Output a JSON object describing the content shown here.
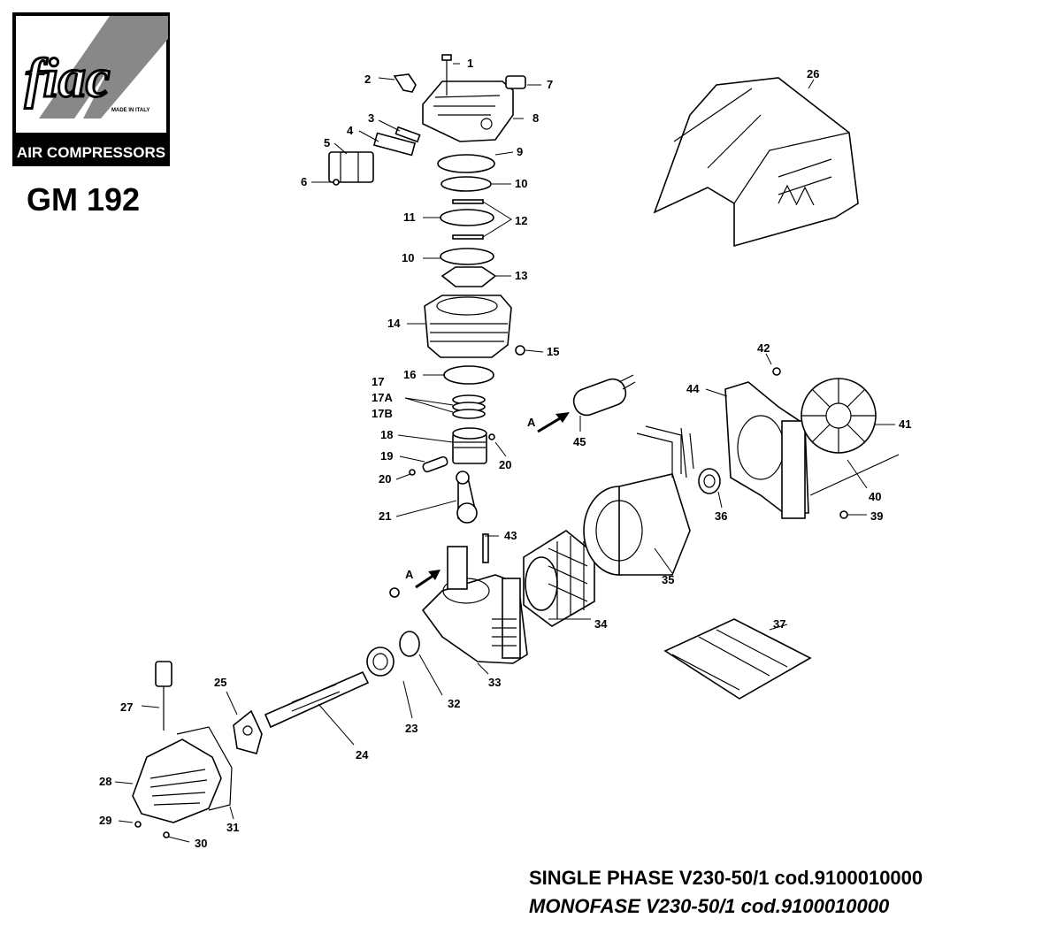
{
  "brand": {
    "logo_text": "fiac",
    "made_in": "MADE IN ITALY",
    "tagline": "AIR COMPRESSORS"
  },
  "model": "GM 192",
  "captions": {
    "line1": "SINGLE PHASE V230-50/1 cod.9100010000",
    "line2": "MONOFASE V230-50/1 cod.9100010000"
  },
  "arrow_label": "A",
  "part_labels": [
    "1",
    "2",
    "3",
    "4",
    "5",
    "6",
    "7",
    "8",
    "9",
    "10",
    "10",
    "11",
    "12",
    "13",
    "14",
    "15",
    "16",
    "17",
    "17A",
    "17B",
    "18",
    "19",
    "20",
    "20",
    "21",
    "23",
    "24",
    "25",
    "26",
    "27",
    "28",
    "29",
    "30",
    "31",
    "32",
    "33",
    "34",
    "35",
    "36",
    "37",
    "39",
    "40",
    "41",
    "42",
    "43",
    "44",
    "45"
  ]
}
